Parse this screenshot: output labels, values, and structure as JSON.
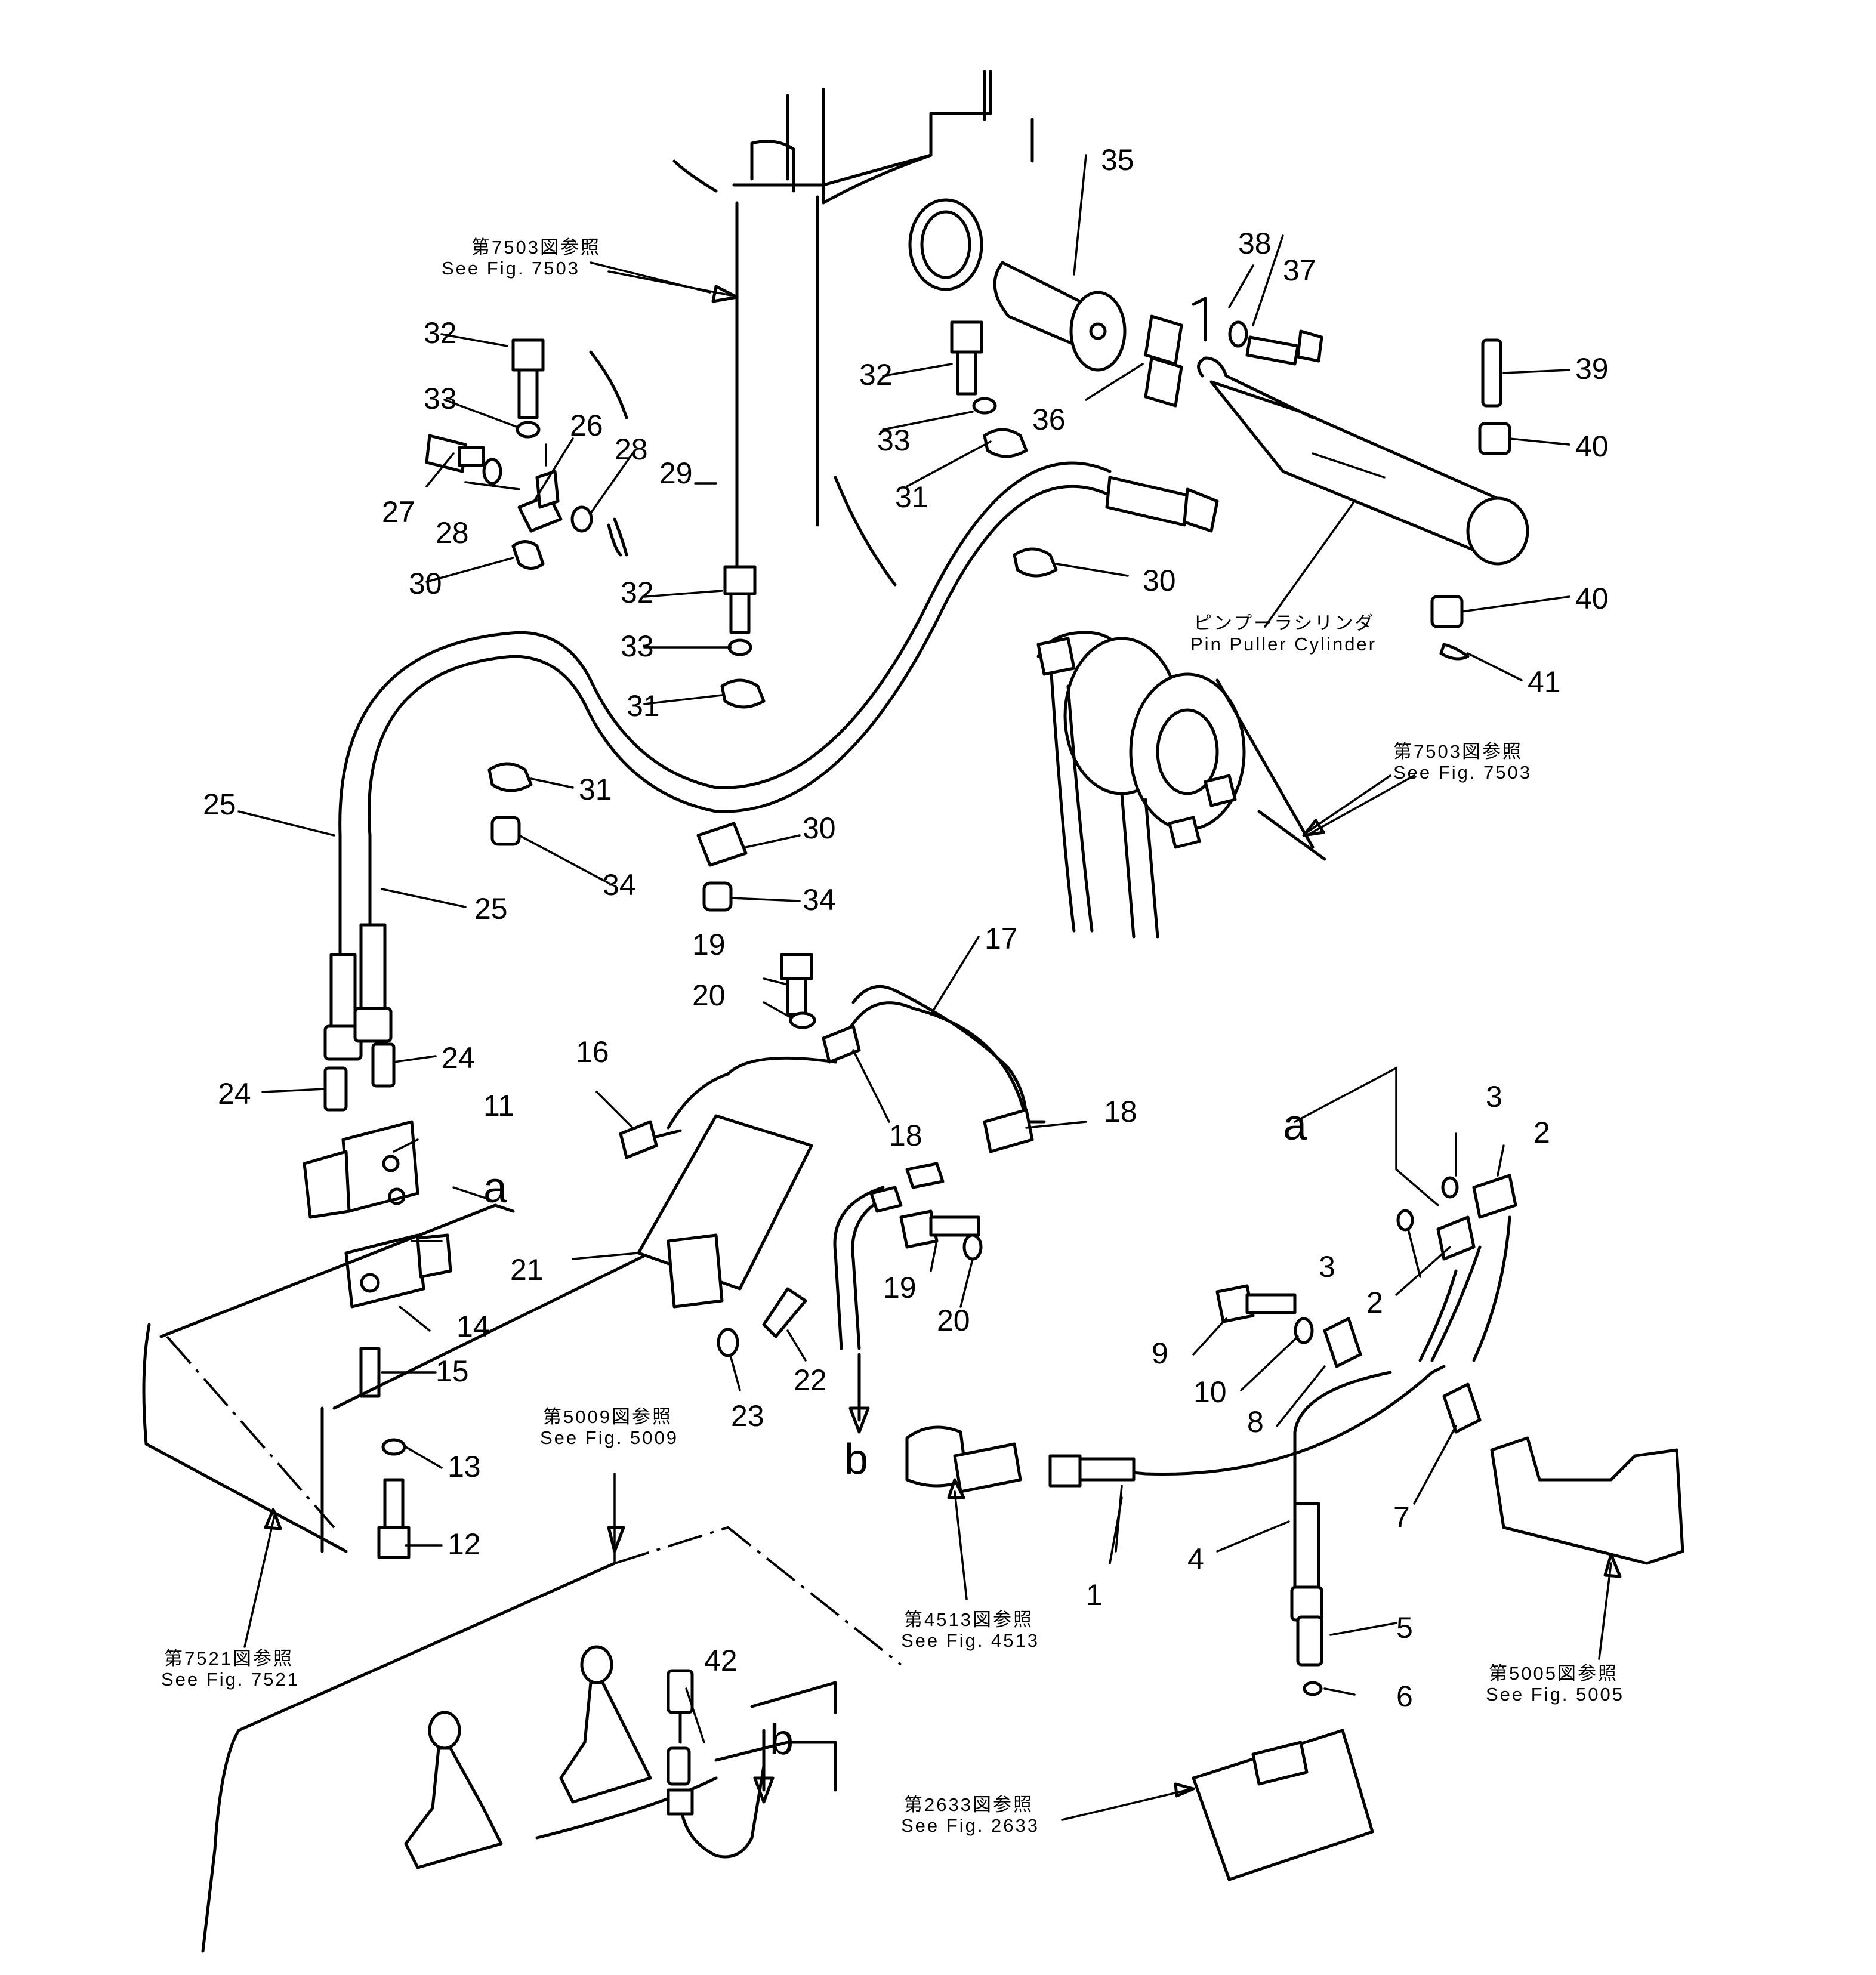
{
  "callouts": {
    "c1": "1",
    "c2a": "2",
    "c2b": "2",
    "c3a": "3",
    "c3b": "3",
    "c4": "4",
    "c5": "5",
    "c6": "6",
    "c7": "7",
    "c8": "8",
    "c9": "9",
    "c10": "10",
    "c11": "11",
    "c12": "12",
    "c13": "13",
    "c14": "14",
    "c15": "15",
    "c16": "16",
    "c17": "17",
    "c18a": "18",
    "c18b": "18",
    "c19a": "19",
    "c19b": "19",
    "c20a": "20",
    "c20b": "20",
    "c21": "21",
    "c22": "22",
    "c23": "23",
    "c24a": "24",
    "c24b": "24",
    "c25a": "25",
    "c25b": "25",
    "c26": "26",
    "c27": "27",
    "c28a": "28",
    "c28b": "28",
    "c29": "29",
    "c30a": "30",
    "c30b": "30",
    "c30c": "30",
    "c31a": "31",
    "c31b": "31",
    "c31c": "31",
    "c32a": "32",
    "c32b": "32",
    "c32c": "32",
    "c33a": "33",
    "c33b": "33",
    "c33c": "33",
    "c34a": "34",
    "c34b": "34",
    "c35": "35",
    "c36": "36",
    "c37": "37",
    "c38": "38",
    "c39": "39",
    "c40a": "40",
    "c40b": "40",
    "c41": "41",
    "c42": "42"
  },
  "connectors": {
    "a_left": "a",
    "a_right": "a",
    "b_left": "b",
    "b_right": "b"
  },
  "references": {
    "fig7503_top": {
      "jp": "第7503図参照",
      "en": "See  Fig. 7503"
    },
    "fig7503_right": {
      "jp": "第7503図参照",
      "en": "See  Fig. 7503"
    },
    "fig5009": {
      "jp": "第5009図参照",
      "en": "See  Fig. 5009"
    },
    "fig7521": {
      "jp": "第7521図参照",
      "en": "See  Fig. 7521"
    },
    "fig4513": {
      "jp": "第4513図参照",
      "en": "See  Fig. 4513"
    },
    "fig5005": {
      "jp": "第5005図参照",
      "en": "See  Fig. 5005"
    },
    "fig2633": {
      "jp": "第2633図参照",
      "en": "See  Fig. 2633"
    }
  },
  "cylinder_label": {
    "jp": "ピンプーラシリンダ",
    "en": "Pin  Puller  Cylinder"
  }
}
